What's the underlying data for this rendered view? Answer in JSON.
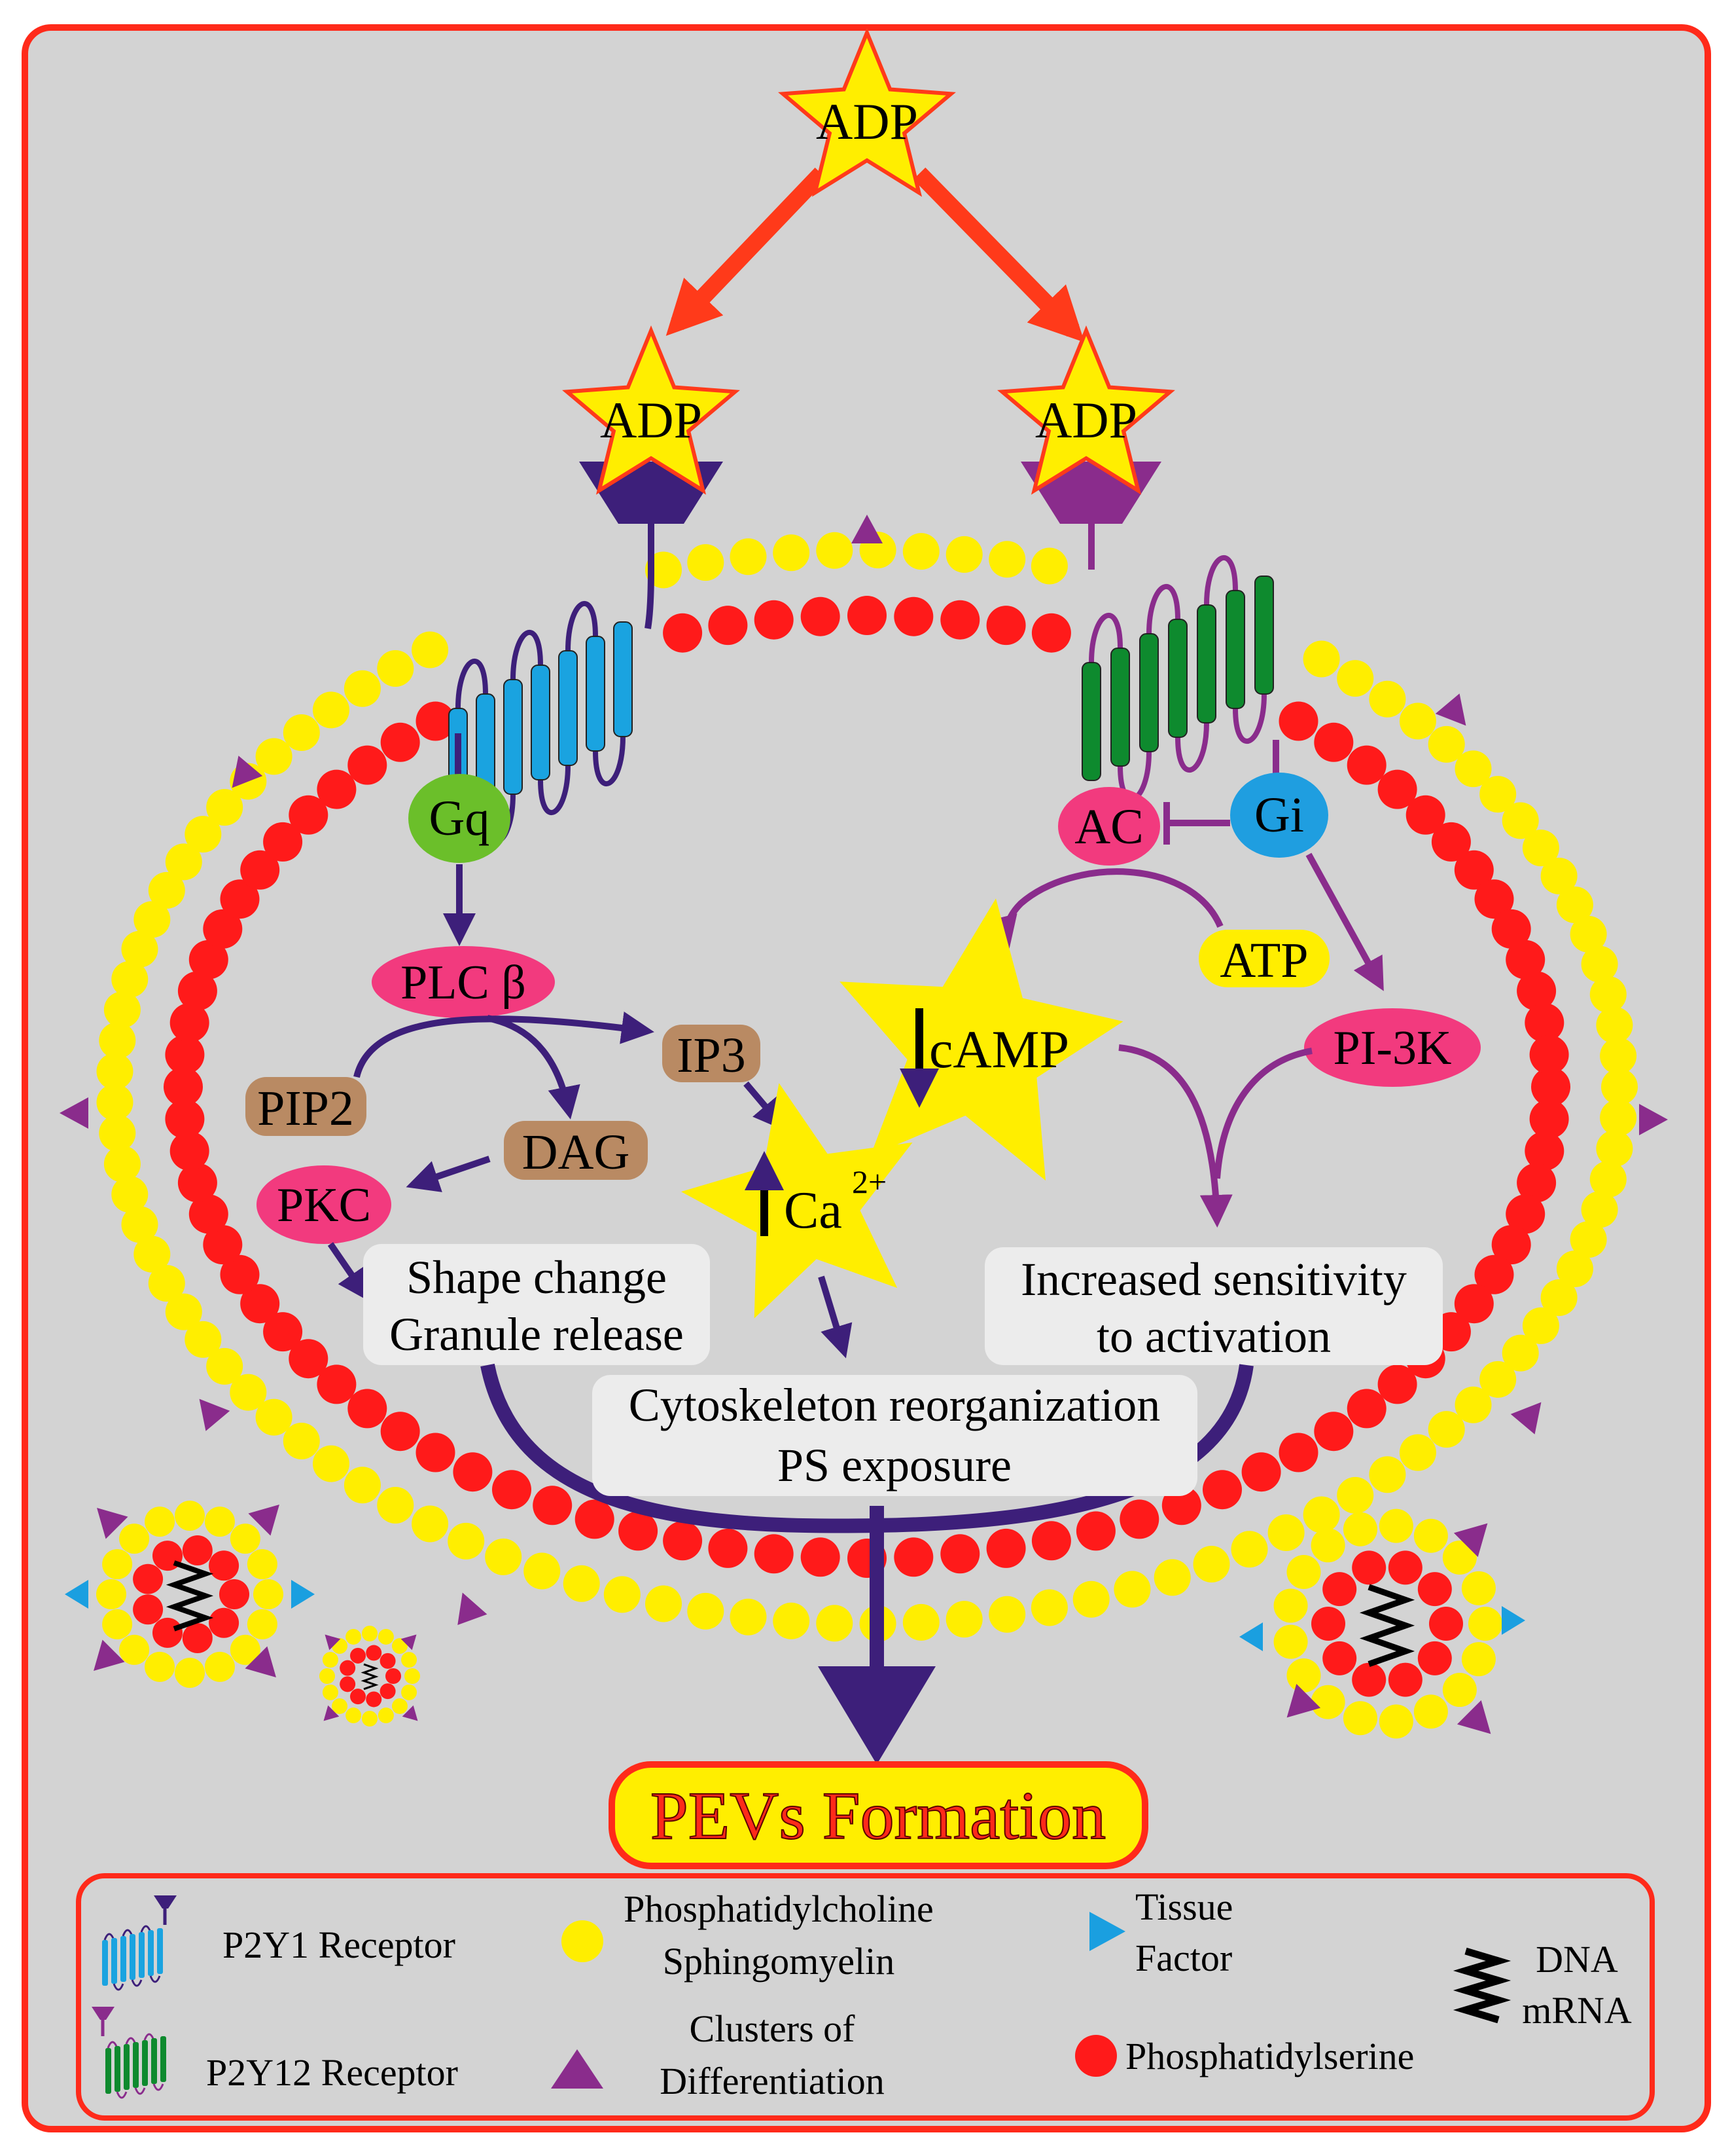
{
  "nodes": {
    "adp_top": "ADP",
    "adp_left": "ADP",
    "adp_right": "ADP",
    "gq": "Gq",
    "gi": "Gi",
    "plc": "PLC β",
    "pip2": "PIP2",
    "ip3": "IP3",
    "dag": "DAG",
    "pkc": "PKC",
    "ac": "AC",
    "atp": "ATP",
    "pi3k": "PI-3K",
    "camp": "cAMP",
    "ca": "Ca",
    "ca_sup": "2+"
  },
  "effects": {
    "shape_line1": "Shape change",
    "shape_line2": "Granule release",
    "sens_line1": "Increased sensitivity",
    "sens_line2": "to activation",
    "cyto_line1": "Cytoskeleton reorganization",
    "cyto_line2": "PS exposure"
  },
  "result": "PEVs Formation",
  "legend": {
    "p2y1": "P2Y1 Receptor",
    "p2y12": "P2Y12 Receptor",
    "pc_line1": "Phosphatidylcholine",
    "pc_line2": "Sphingomyelin",
    "cd_line1": "Clusters of",
    "cd_line2": "Differentiation",
    "tf_line1": "Tissue",
    "tf_line2": "Factor",
    "ps": "Phosphatidylserine",
    "dna_line1": "DNA",
    "dna_line2": "mRNA"
  },
  "colors": {
    "frame": "#ff2a1a",
    "background": "#d3d3d3",
    "outer_lipid": "#ffee00",
    "inner_lipid": "#ff1a1a",
    "pathway": "#3d1f7a",
    "gi_pathway": "#8a2c8c",
    "p2y1": "#1aa3e0",
    "p2y12": "#0e8a2e",
    "gq": "#6bbf2a",
    "gi": "#1f9ee0",
    "enzyme": "#f23a7e",
    "lipid_mediator": "#b98a63",
    "star": "#ffe500",
    "tissue_factor": "#1a9fe0",
    "cd_marker": "#8a2c8c"
  }
}
